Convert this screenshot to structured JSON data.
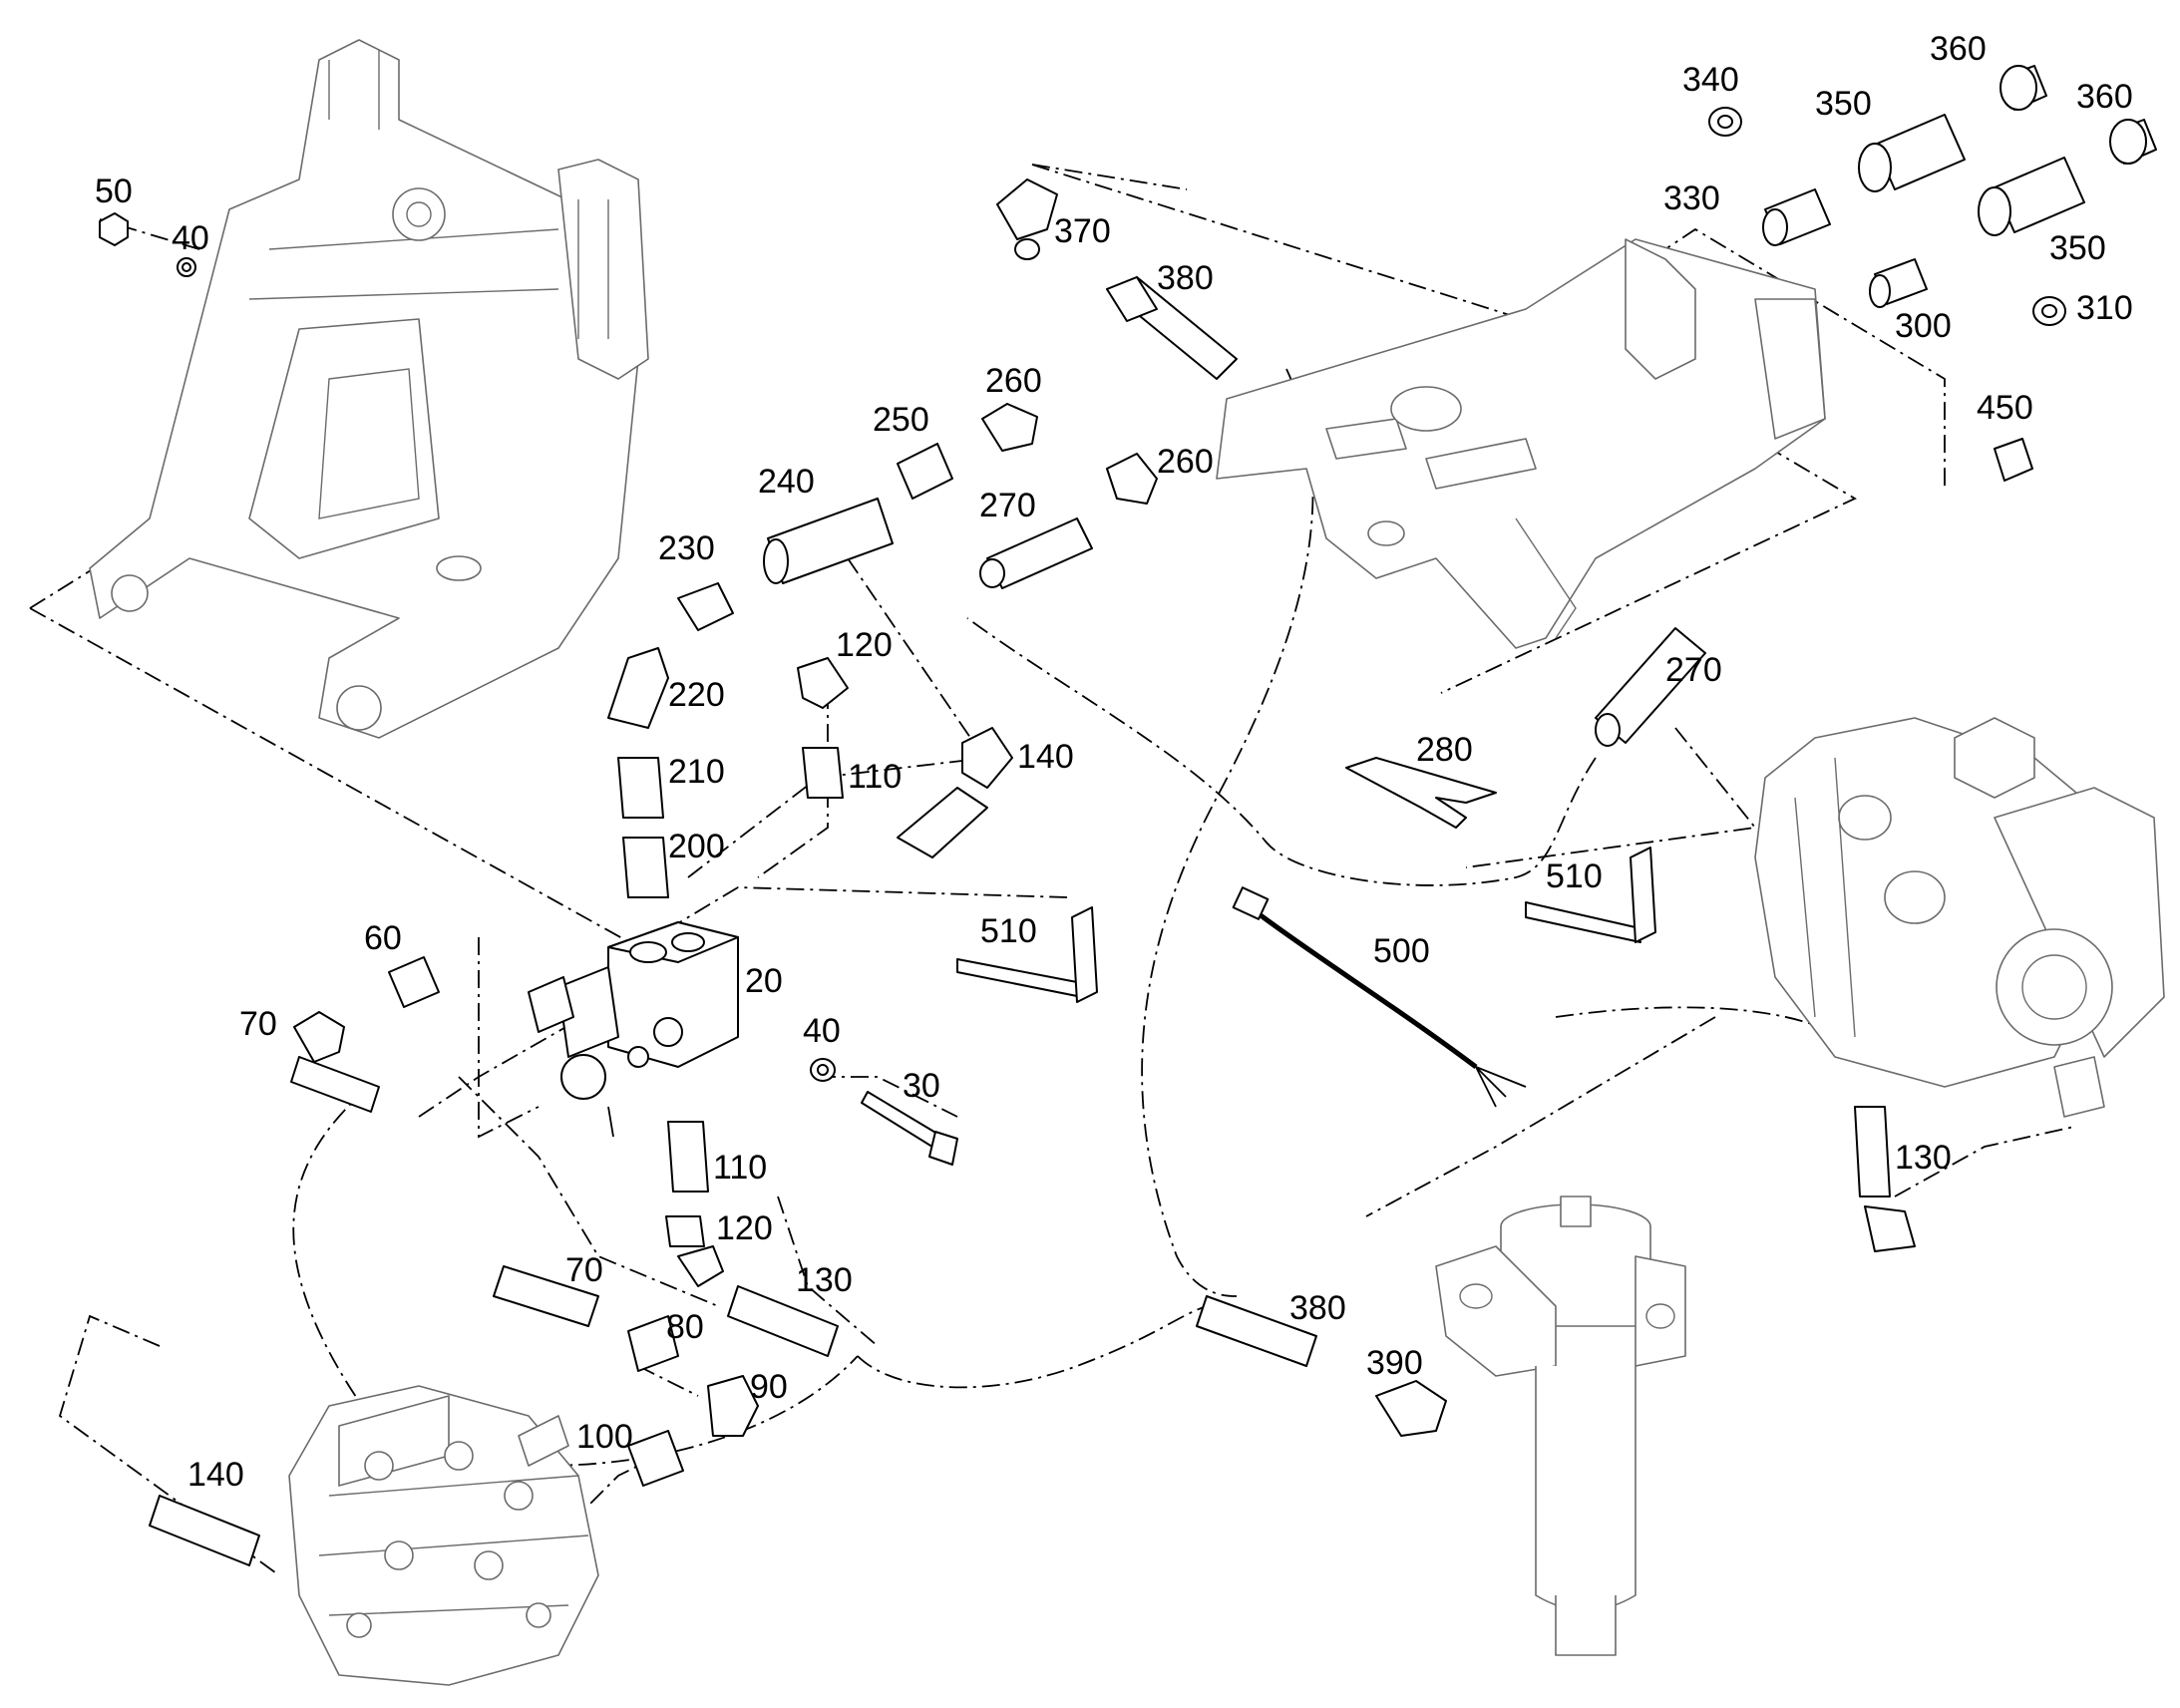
{
  "callouts": [
    {
      "id": "c50",
      "label": "50"
    },
    {
      "id": "c40a",
      "label": "40"
    },
    {
      "id": "c340",
      "label": "340"
    },
    {
      "id": "c360a",
      "label": "360"
    },
    {
      "id": "c350a",
      "label": "350"
    },
    {
      "id": "c360b",
      "label": "360"
    },
    {
      "id": "c370",
      "label": "370"
    },
    {
      "id": "c330",
      "label": "330"
    },
    {
      "id": "c350b",
      "label": "350"
    },
    {
      "id": "c380a",
      "label": "380"
    },
    {
      "id": "c300",
      "label": "300"
    },
    {
      "id": "c310",
      "label": "310"
    },
    {
      "id": "c260a",
      "label": "260"
    },
    {
      "id": "c450",
      "label": "450"
    },
    {
      "id": "c250",
      "label": "250"
    },
    {
      "id": "c260b",
      "label": "260"
    },
    {
      "id": "c240",
      "label": "240"
    },
    {
      "id": "c270a",
      "label": "270"
    },
    {
      "id": "c230",
      "label": "230"
    },
    {
      "id": "c120a",
      "label": "120"
    },
    {
      "id": "c220",
      "label": "220"
    },
    {
      "id": "c270b",
      "label": "270"
    },
    {
      "id": "c140a",
      "label": "140"
    },
    {
      "id": "c210",
      "label": "210"
    },
    {
      "id": "c110a",
      "label": "110"
    },
    {
      "id": "c280",
      "label": "280"
    },
    {
      "id": "c200",
      "label": "200"
    },
    {
      "id": "c510a",
      "label": "510"
    },
    {
      "id": "c510b",
      "label": "510"
    },
    {
      "id": "c60",
      "label": "60"
    },
    {
      "id": "c500",
      "label": "500"
    },
    {
      "id": "c20",
      "label": "20"
    },
    {
      "id": "c70a",
      "label": "70"
    },
    {
      "id": "c40b",
      "label": "40"
    },
    {
      "id": "c30",
      "label": "30"
    },
    {
      "id": "c110b",
      "label": "110"
    },
    {
      "id": "c130a",
      "label": "130"
    },
    {
      "id": "c120b",
      "label": "120"
    },
    {
      "id": "c70b",
      "label": "70"
    },
    {
      "id": "c130b",
      "label": "130"
    },
    {
      "id": "c380b",
      "label": "380"
    },
    {
      "id": "c80",
      "label": "80"
    },
    {
      "id": "c390",
      "label": "390"
    },
    {
      "id": "c90",
      "label": "90"
    },
    {
      "id": "c100",
      "label": "100"
    },
    {
      "id": "c140b",
      "label": "140"
    }
  ]
}
